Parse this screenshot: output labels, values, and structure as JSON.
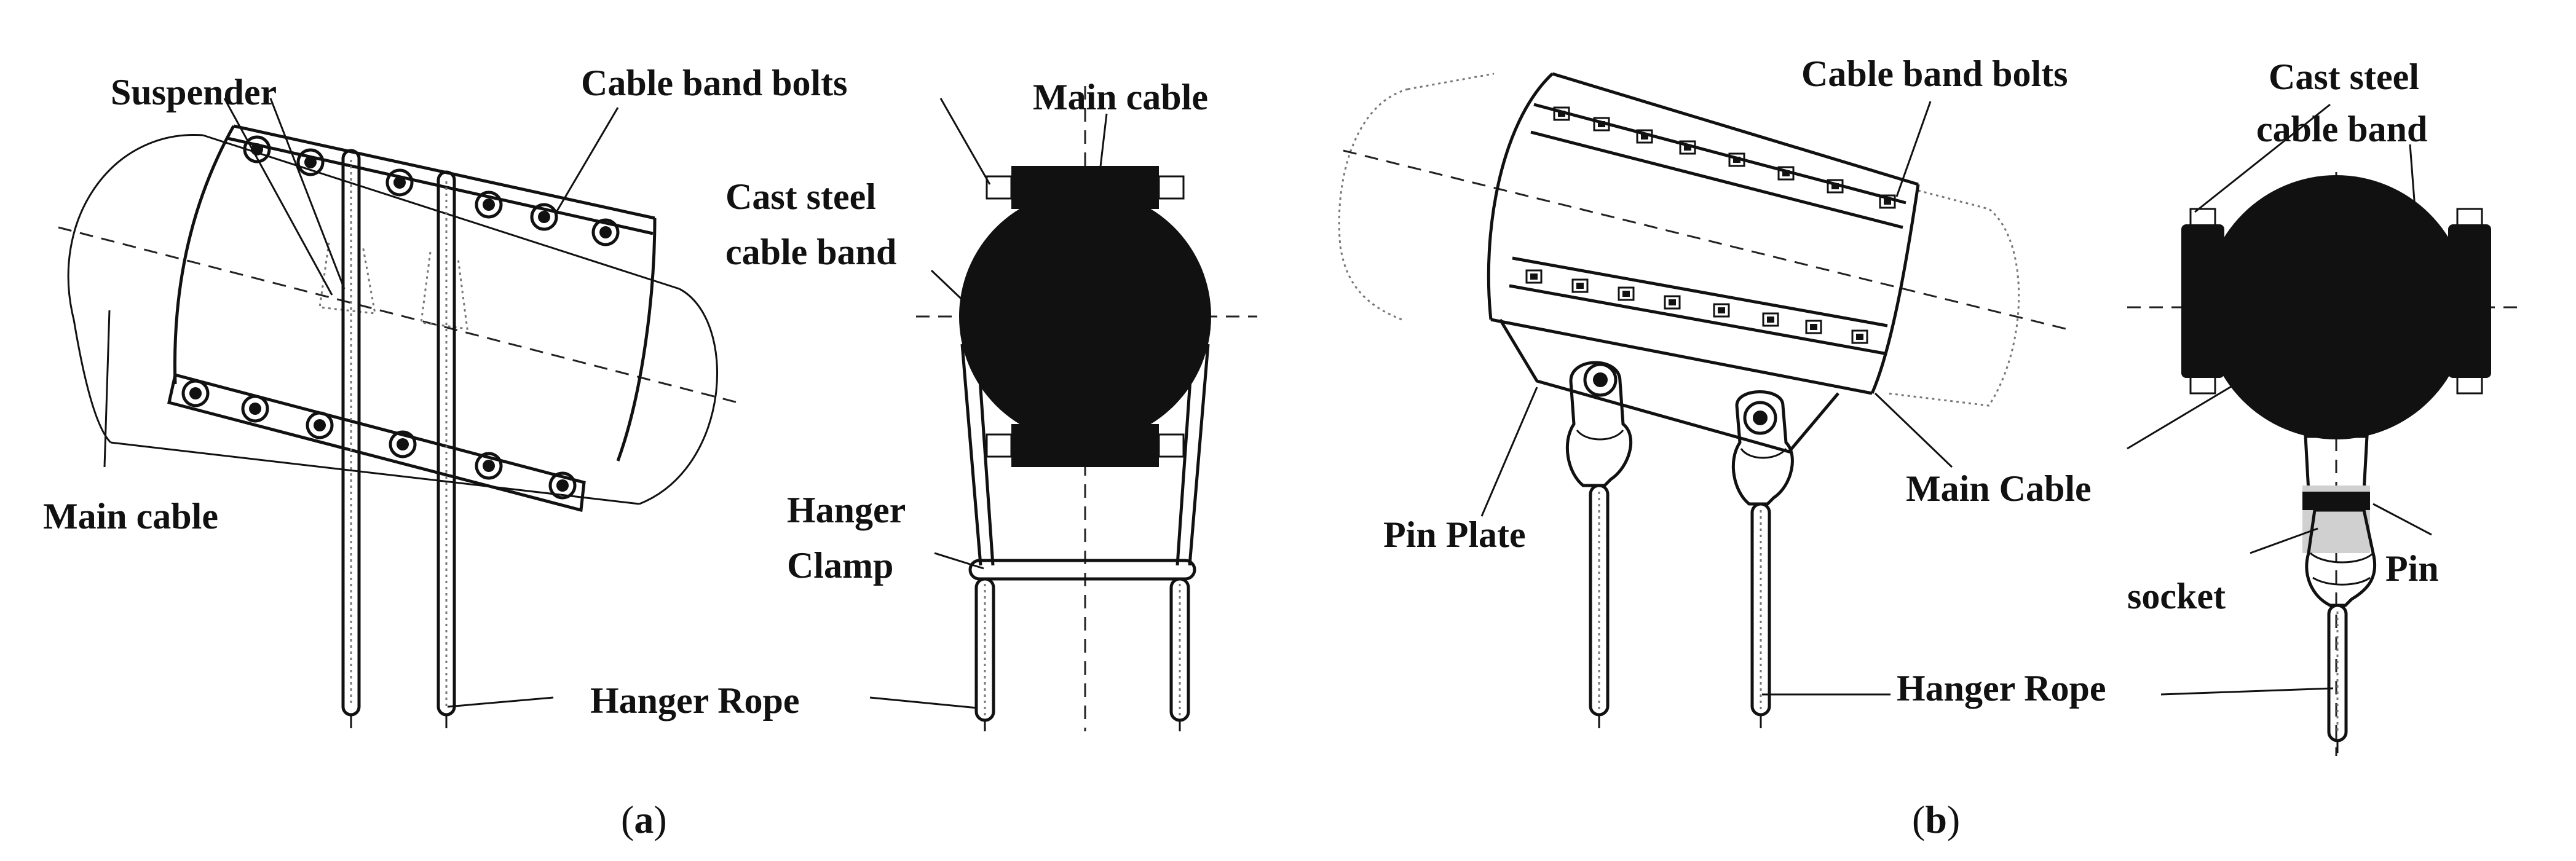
{
  "figure_a": {
    "labels": {
      "suspender": "Suspender",
      "cable_band_bolts": "Cable band bolts",
      "main_cable_top": "Main cable",
      "cast_steel_line1": "Cast steel",
      "cast_steel_line2": "cable band",
      "main_cable_left": "Main cable",
      "hanger_clamp_line1": "Hanger",
      "hanger_clamp_line2": "Clamp",
      "hanger_rope": "Hanger Rope"
    },
    "caption_open": "(",
    "caption_letter": "a",
    "caption_close": ")"
  },
  "figure_b": {
    "labels": {
      "cable_band_bolts": "Cable band bolts",
      "cast_steel_line1": "Cast steel",
      "cast_steel_line2": "cable band",
      "pin_plate": "Pin Plate",
      "main_cable": "Main Cable",
      "pin": "Pin",
      "socket": "socket",
      "hanger_rope": "Hanger Rope"
    },
    "caption_open": "(",
    "caption_letter": "b",
    "caption_close": ")"
  }
}
